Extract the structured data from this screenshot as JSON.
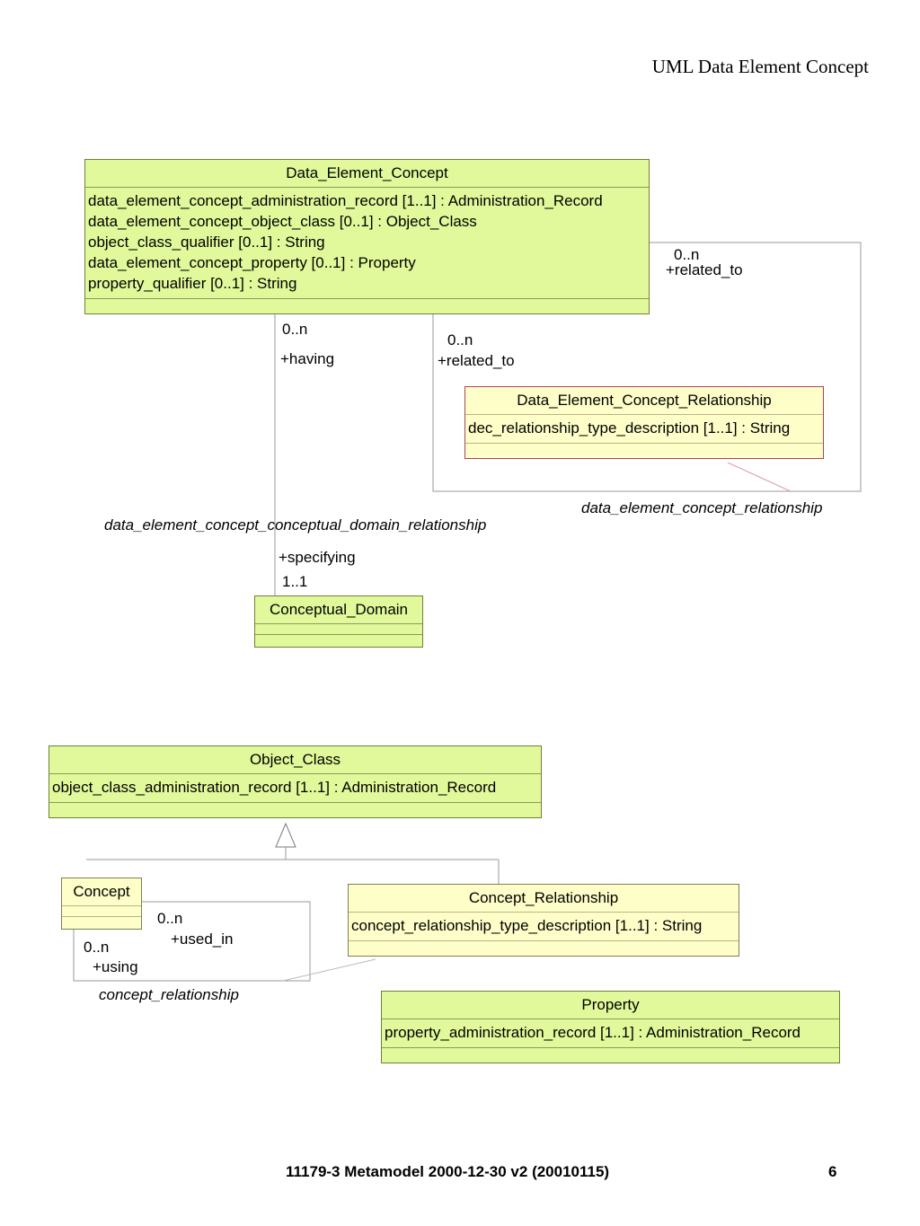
{
  "header": {
    "title": "UML Data Element Concept"
  },
  "classes": {
    "data_element_concept": {
      "name": "Data_Element_Concept",
      "attributes": [
        "data_element_concept_administration_record [1..1] : Administration_Record",
        "data_element_concept_object_class [0..1] : Object_Class",
        "object_class_qualifier [0..1] : String",
        "data_element_concept_property [0..1] : Property",
        "property_qualifier [0..1] : String"
      ]
    },
    "dec_relationship": {
      "name": "Data_Element_Concept_Relationship",
      "attributes": [
        "dec_relationship_type_description [1..1] : String"
      ]
    },
    "conceptual_domain": {
      "name": "Conceptual_Domain",
      "attributes": []
    },
    "object_class": {
      "name": "Object_Class",
      "attributes": [
        "object_class_administration_record [1..1] : Administration_Record"
      ]
    },
    "concept": {
      "name": "Concept",
      "attributes": []
    },
    "concept_relationship": {
      "name": "Concept_Relationship",
      "attributes": [
        "concept_relationship_type_description [1..1] : String"
      ]
    },
    "property": {
      "name": "Property",
      "attributes": [
        "property_administration_record [1..1] : Administration_Record"
      ]
    }
  },
  "associations": {
    "dec_cd": {
      "name": "data_element_concept_conceptual_domain_relationship",
      "top_multiplicity": "0..n",
      "top_role": "+having",
      "bottom_role": "+specifying",
      "bottom_multiplicity": "1..1"
    },
    "dec_rel": {
      "name": "data_element_concept_relationship",
      "right_multiplicity": "0..n",
      "right_role": "+related_to",
      "inner_multiplicity": "0..n",
      "inner_role": "+related_to"
    },
    "concept_rel": {
      "name": "concept_relationship",
      "used_in_multiplicity": "0..n",
      "used_in_role": "+used_in",
      "using_multiplicity": "0..n",
      "using_role": "+using"
    }
  },
  "footer": {
    "title": "11179-3 Metamodel 2000-12-30 v2 (20010115)",
    "page": "6"
  }
}
